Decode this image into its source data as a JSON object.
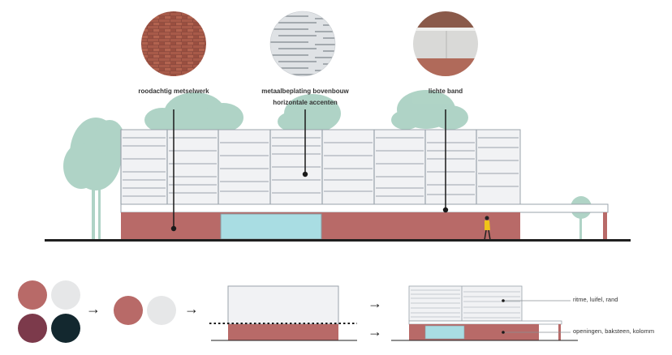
{
  "elevation": {
    "materials": [
      {
        "id": "brick",
        "label": "roodachtig metselwerk"
      },
      {
        "id": "metal",
        "label": "metaalbeplating bovenbouw",
        "label2": "horizontale accenten"
      },
      {
        "id": "band",
        "label": "lichte band"
      }
    ]
  },
  "diagram": {
    "annotation_top": "ritme, luifel, rand",
    "annotation_bottom": "openingen, baksteen, kolomm",
    "arrow_glyph": "→"
  },
  "colors": {
    "brick": "#b86a68",
    "brick_dark": "#9d5553",
    "light_grey": "#e6e7e8",
    "panel_fill": "#f1f2f4",
    "panel_line": "#9aa3ab",
    "burgundy": "#7c3a4b",
    "navy": "#13282f",
    "glass": "#a9dde3",
    "tree": "#a7cfc0",
    "ground": "#1f1f1f",
    "person": "#f0c419"
  }
}
